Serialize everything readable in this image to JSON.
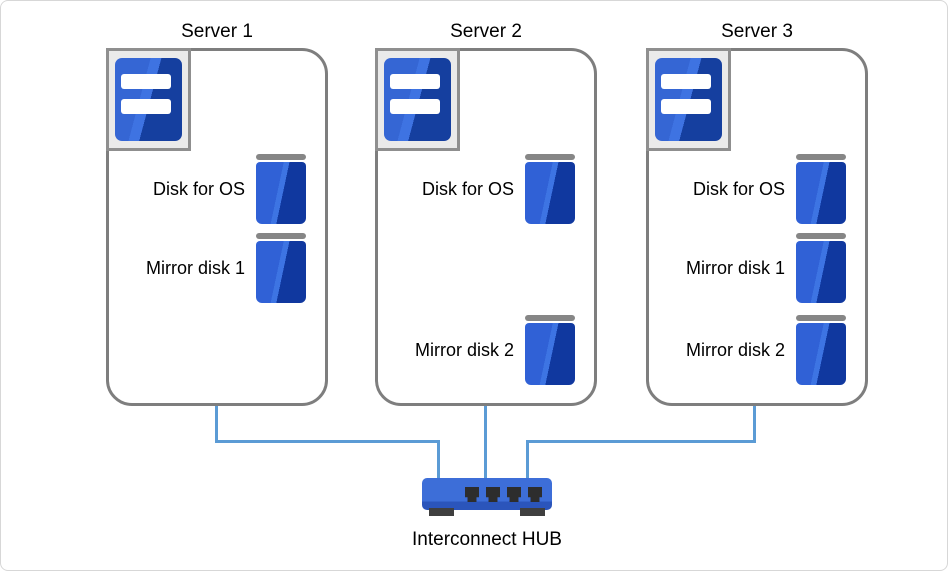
{
  "servers": [
    {
      "title": "Server 1",
      "disks": [
        {
          "label": "Disk for OS",
          "row": 0
        },
        {
          "label": "Mirror disk 1",
          "row": 1
        }
      ]
    },
    {
      "title": "Server 2",
      "disks": [
        {
          "label": "Disk for OS",
          "row": 0
        },
        {
          "label": "Mirror disk 2",
          "row": 2
        }
      ]
    },
    {
      "title": "Server 3",
      "disks": [
        {
          "label": "Disk for OS",
          "row": 0
        },
        {
          "label": "Mirror disk 1",
          "row": 1
        },
        {
          "label": "Mirror disk 2",
          "row": 2
        }
      ]
    }
  ],
  "hub": {
    "label": "Interconnect HUB",
    "port_count": 4
  },
  "connections": [
    {
      "from": "Server 1",
      "to": "Interconnect HUB"
    },
    {
      "from": "Server 2",
      "to": "Interconnect HUB"
    },
    {
      "from": "Server 3",
      "to": "Interconnect HUB"
    }
  ],
  "colors": {
    "disk_blue_light": "#3061d6",
    "disk_blue_dark": "#10389f",
    "server_blue_light": "#3566d4",
    "server_blue_dark": "#153f9f",
    "hub_blue": "#3d6ed8",
    "connector_blue": "#5b9bd5",
    "box_border_gray": "#7e7e7e",
    "icon_plate_gray": "#eaeaea",
    "disk_cap_gray": "#868686"
  }
}
